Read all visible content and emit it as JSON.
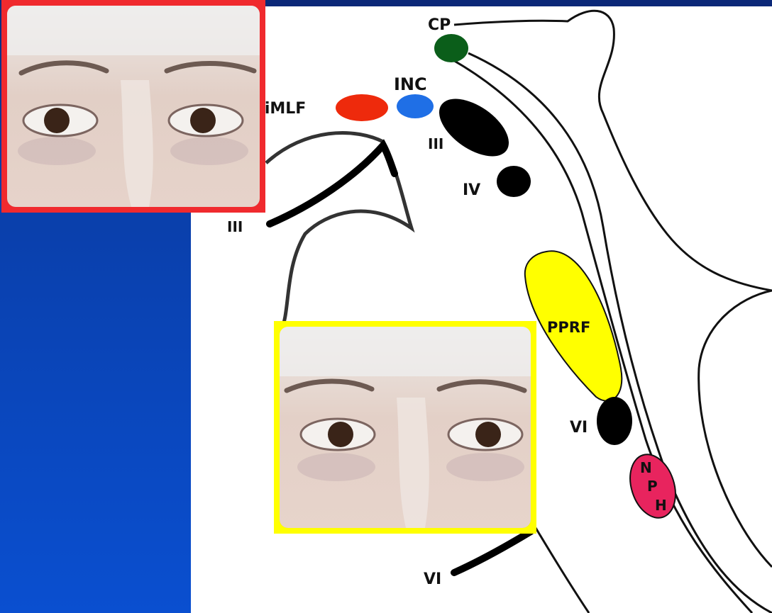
{
  "labels": {
    "cp": "CP",
    "inc": "INC",
    "rimlf": "riMLF",
    "iii_nucleus": "III",
    "iii_nerve": "III",
    "iv": "IV",
    "pprf": "PPRF",
    "vi_nucleus": "VI",
    "vi_nerve": "VI",
    "nph": [
      "N",
      "P",
      "H"
    ]
  },
  "colors": {
    "cp": "#0b5e1a",
    "inc": "#1f6fe6",
    "rimlf": "#ee2a0c",
    "pprf": "#ffff00",
    "nph": "#e8245e",
    "nucleus": "#000000",
    "photo_top_border": "#f02a2e",
    "photo_bottom_border": "#ffff00",
    "background_panel": "#0a45c0"
  },
  "photos": {
    "top_icon": "face-gaze-right-photo",
    "bottom_icon": "face-gaze-left-photo"
  }
}
